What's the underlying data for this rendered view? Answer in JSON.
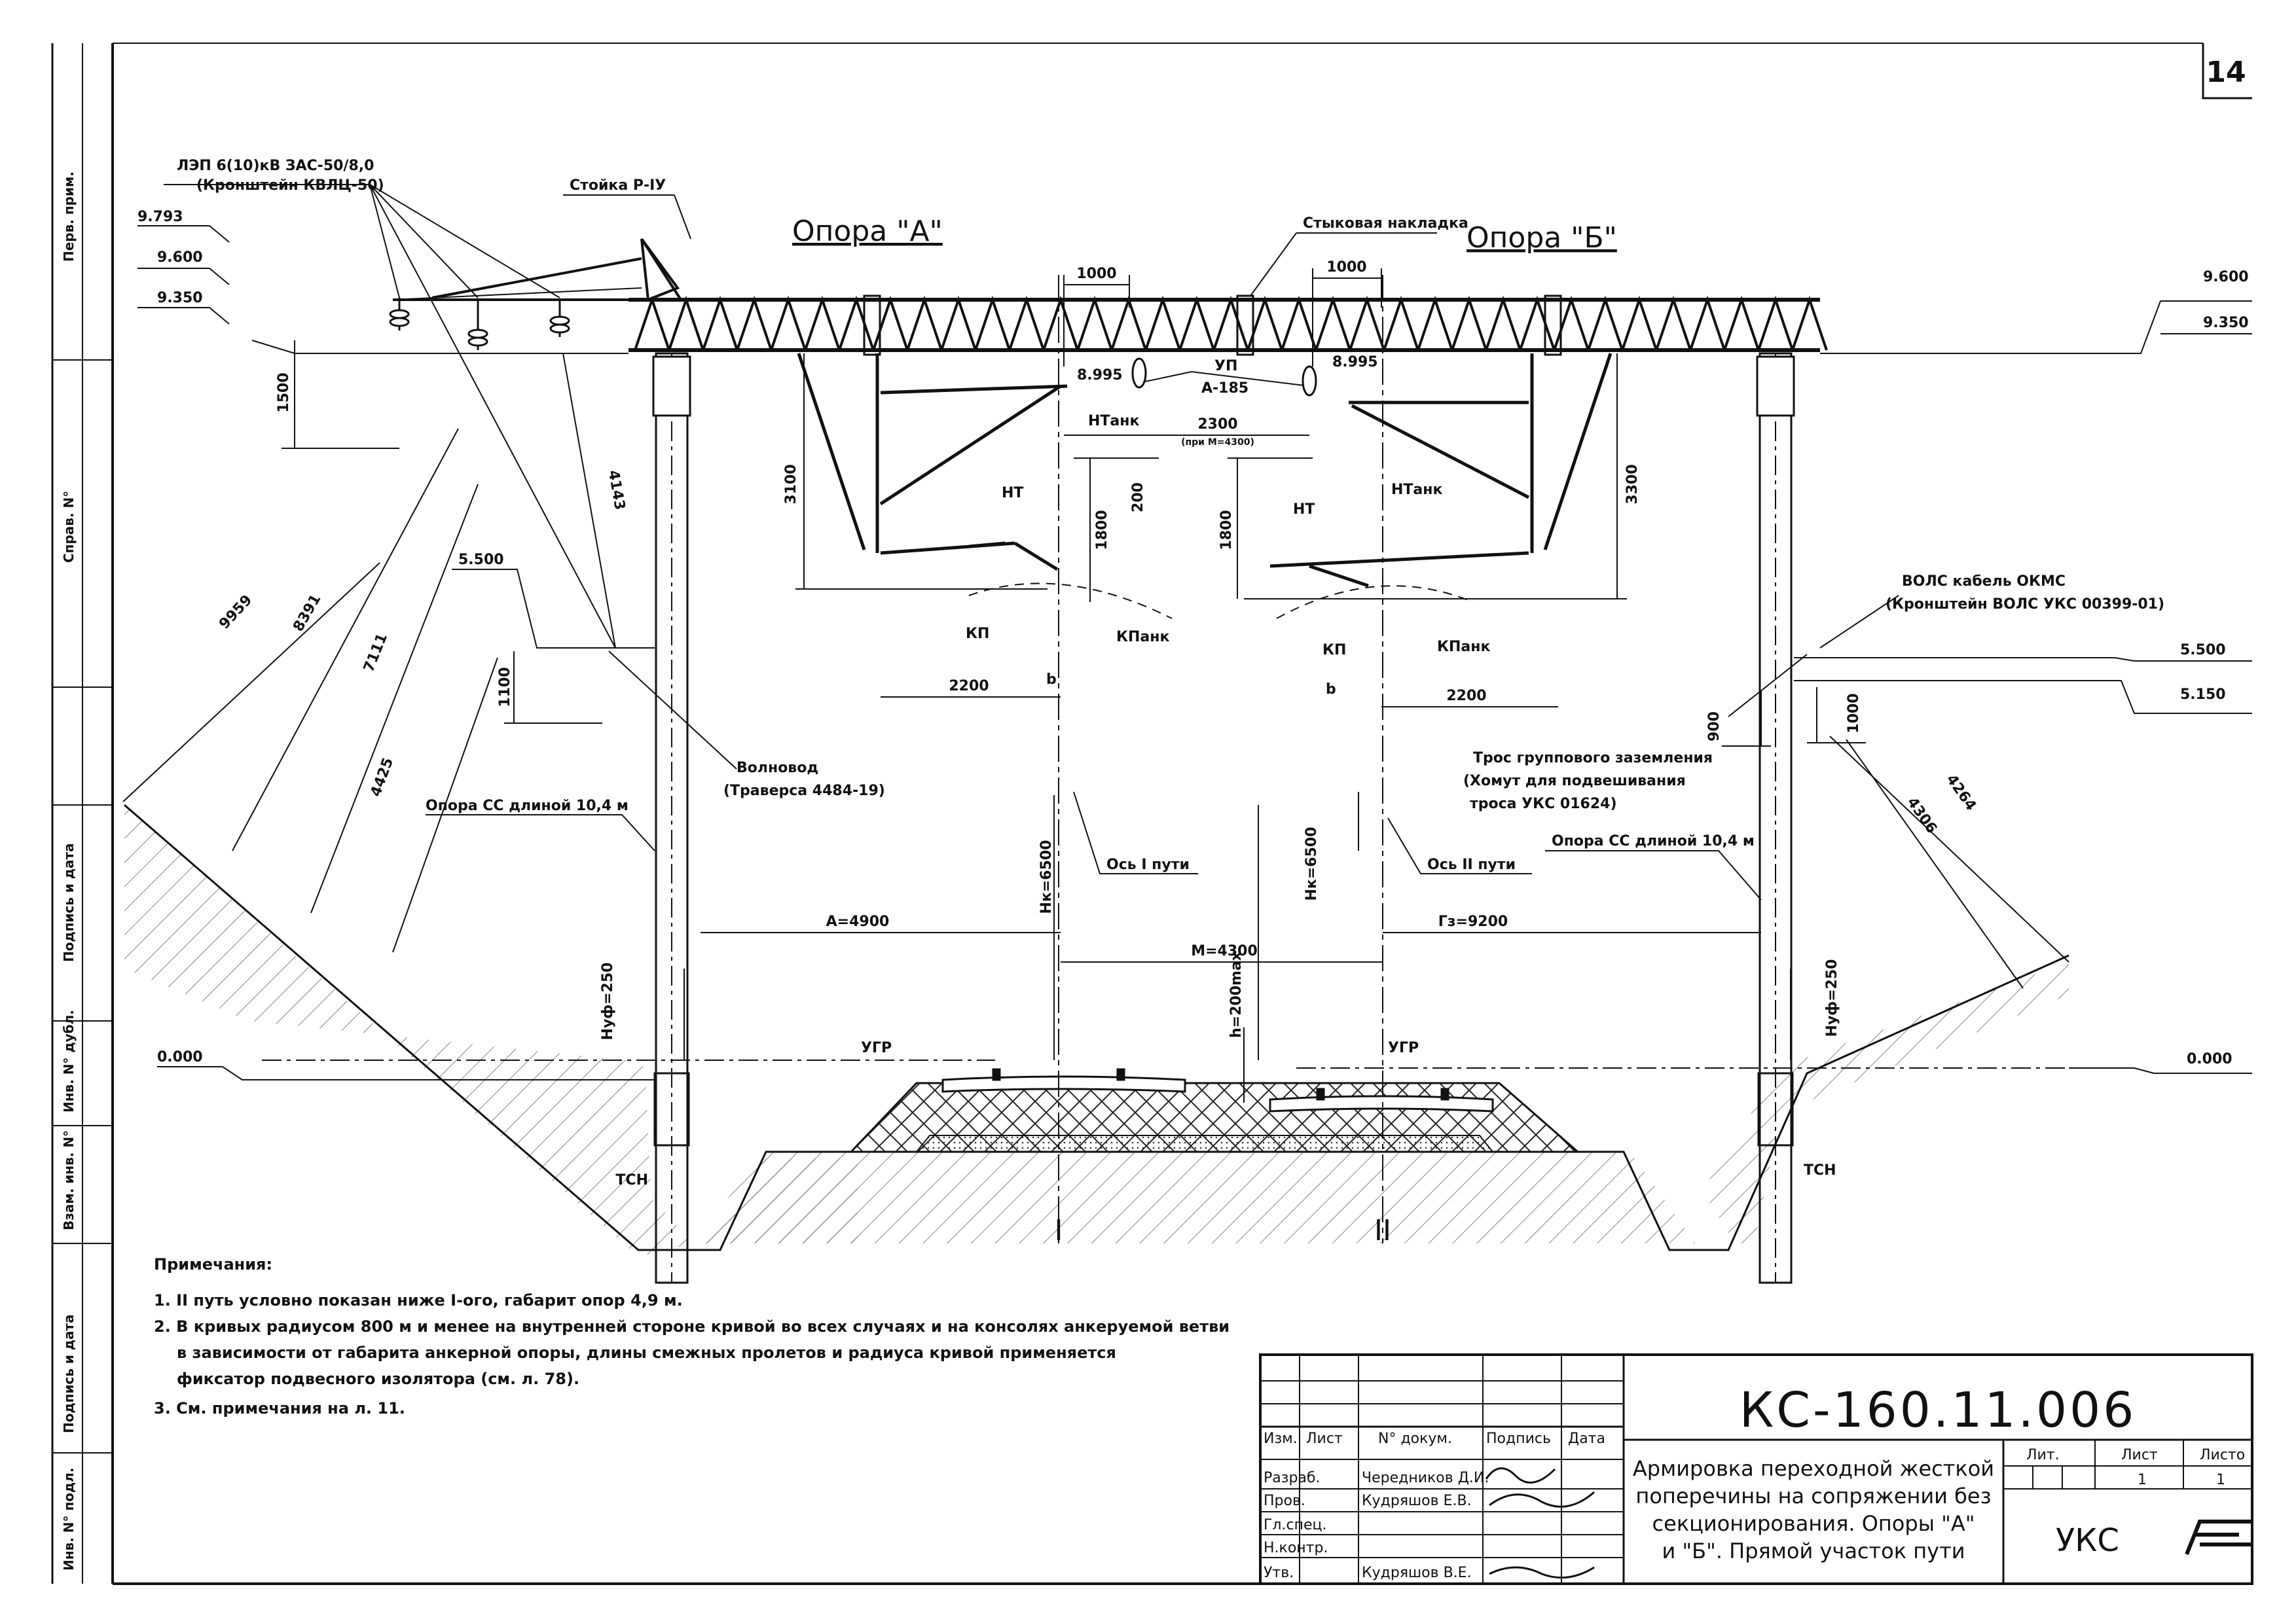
{
  "sheet_number": "14",
  "side_table": [
    "Перв. прим.",
    "Справ. N°",
    "Подпись и дата",
    "Инв. N° дубл.",
    "Взам. инв. N°",
    "Подпись и дата",
    "Инв. N° подл."
  ],
  "titles": {
    "support_a": "Опора \"А\"",
    "support_b": "Опора \"Б\""
  },
  "labels": {
    "lep": "ЛЭП 6(10)кВ ЗАС-50/8,0",
    "lep_bracket": "(Кронштейн КВЛЦ-50)",
    "stoika": "Стойка Р-IУ",
    "stykovaya": "Стыковая накладка",
    "up": "УП",
    "a185": "А-185",
    "nt_left": "НТ",
    "ntank_left": "НТанк",
    "nt_right": "НТ",
    "ntank_right": "НТанк",
    "kp_left": "КП",
    "kpank_left": "КПанк",
    "kp_right": "КП",
    "kpank_right": "КПанк",
    "volnovod": "Волновод",
    "volnovod_traversa": "(Траверса 4484-19)",
    "opora_left": "Опора СС длиной 10,4 м",
    "opora_right": "Опора СС длиной 10,4 м",
    "vols": "ВОЛС кабель ОКМС",
    "vols_bracket": "(Кронштейн ВОЛС УКС 00399-01)",
    "tros": "Трос группового заземления",
    "tros_hom": "(Хомут для подвешивания",
    "tros_ukc": "троса УКС 01624)",
    "os1": "Ось I пути",
    "os2": "Ось II пути",
    "ugr_left": "УГР",
    "ugr_right": "УГР",
    "tsn_left": "ТСН",
    "tsn_right": "ТСН",
    "track_1": "I",
    "track_2": "II",
    "b_left": "b",
    "b_right": "b"
  },
  "levels": {
    "l9793": "9.793",
    "l9600_left": "9.600",
    "l9350_left": "9.350",
    "l9600_right": "9.600",
    "l9350_right": "9.350",
    "l8995_left": "8.995",
    "l8995_right": "8.995",
    "l5500_left": "5.500",
    "l5500_right": "5.500",
    "l5150": "5.150",
    "l0000_left": "0.000",
    "l0000_right": "0.000"
  },
  "dims": {
    "d1000_left": "1000",
    "d1000_right": "1000",
    "d1500": "1500",
    "d3100": "3100",
    "d3300": "3300",
    "d1800_left": "1800",
    "d1800_right": "1800",
    "d200": "200",
    "d2300": "2300",
    "d2300_note": "(при М=4300)",
    "d2200_left": "2200",
    "d2200_right": "2200",
    "d1100": "1100",
    "d900": "900",
    "d1000_v": "1000",
    "d9959": "9959",
    "d8391": "8391",
    "d7111": "7111",
    "d4425": "4425",
    "d4143": "4143",
    "d4264": "4264",
    "d4306": "4306",
    "h6500_left": "Нк=6500",
    "h6500_right": "Нк=6500",
    "a4900": "А=4900",
    "m4300": "М=4300",
    "g9200": "Гз=9200",
    "h200max": "h=200max",
    "hupf_left": "Нуф=250",
    "hupf_right": "Нуф=250"
  },
  "notes": {
    "heading": "Примечания:",
    "items": [
      "1. II путь условно показан ниже I-ого, габарит опор 4,9 м.",
      "2. В кривых радиусом 800 м и менее на внутренней стороне кривой во всех случаях и на консолях анкеруемой ветви",
      "в зависимости от габарита анкерной опоры, длины смежных пролетов и радиуса кривой применяется",
      "фиксатор подвесного изолятора (см. л. 78).",
      "3. См. примечания на л. 11."
    ]
  },
  "title_block": {
    "doc_code": "КС-160.11.006",
    "headers": {
      "izm": "Изм.",
      "list": "Лист",
      "ndoc": "N° докум.",
      "podpis": "Подпись",
      "data": "Дата"
    },
    "rows": [
      {
        "role": "Разраб.",
        "name": "Чередников Д.И."
      },
      {
        "role": "Пров.",
        "name": "Кудряшов Е.В."
      },
      {
        "role": "Гл.спец.",
        "name": ""
      },
      {
        "role": "Н.контр.",
        "name": ""
      },
      {
        "role": "Утв.",
        "name": "Кудряшов В.Е."
      }
    ],
    "title_lines": [
      "Армировка переходной жесткой",
      "поперечины на сопряжении без",
      "секционирования. Опоры \"А\"",
      "и \"Б\". Прямой участок пути"
    ],
    "lit_label": "Лит.",
    "sheet_label": "Лист",
    "sheets_label": "Листо",
    "sheet_value": "1",
    "sheets_value": "1",
    "org": "УКС"
  }
}
